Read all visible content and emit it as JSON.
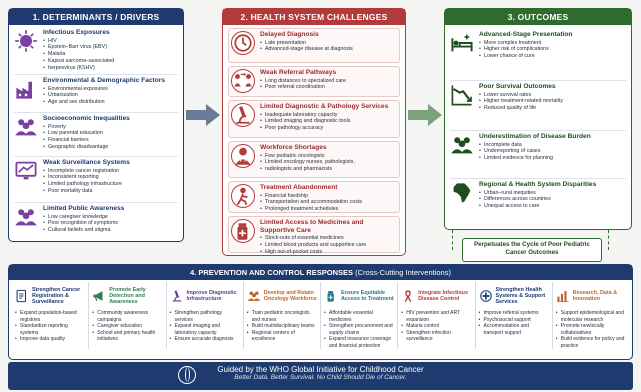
{
  "determinants": {
    "header": "1. DETERMINANTS / DRIVERS",
    "items": [
      {
        "icon": "virus-icon",
        "title": "Infectious Exposures",
        "bullets": [
          "HIV",
          "Epstein–Barr virus (EBV)",
          "Malaria",
          "Kaposi sarcoma–associated",
          "herpesvirus (KSHV)"
        ]
      },
      {
        "icon": "factory-icon",
        "title": "Environmental & Demographic Factors",
        "bullets": [
          "Environmental exposures",
          "Urbanization",
          "Age and sex distribution"
        ]
      },
      {
        "icon": "people-icon",
        "title": "Socioeconomic Inequalities",
        "bullets": [
          "Poverty",
          "Low parental education",
          "Financial barriers",
          "Geographic disadvantage"
        ]
      },
      {
        "icon": "monitor-chart-icon",
        "title": "Weak Surveillance Systems",
        "bullets": [
          "Incomplete cancer registration",
          "Inconsistent reporting",
          "Limited pathology infrastructure",
          "Poor mortality data"
        ]
      },
      {
        "icon": "awareness-people-icon",
        "title": "Limited Public Awareness",
        "bullets": [
          "Low caregiver knowledge",
          "Poor recognition of symptoms",
          "Cultural beliefs and stigma"
        ]
      }
    ]
  },
  "challenges": {
    "header": "2. HEALTH SYSTEM CHALLENGES",
    "items": [
      {
        "icon": "clock-icon",
        "title": "Delayed Diagnosis",
        "bullets": [
          "Late presentation",
          "Advanced-stage disease at diagnosis"
        ]
      },
      {
        "icon": "referral-icon",
        "title": "Weak Referral Pathways",
        "bullets": [
          "Long distances to specialized care",
          "Poor referral coordination"
        ]
      },
      {
        "icon": "microscope-icon",
        "title": "Limited Diagnostic & Pathology Services",
        "bullets": [
          "Inadequate laboratory capacity",
          "Limited imaging and diagnostic tools",
          "Poor pathology accuracy"
        ]
      },
      {
        "icon": "doctor-icon",
        "title": "Workforce Shortages",
        "bullets": [
          "Few pediatric oncologists",
          "Limited oncology nurses, pathologists,",
          "radiologists and pharmacists"
        ]
      },
      {
        "icon": "abandon-icon",
        "title": "Treatment Abandonment",
        "bullets": [
          "Financial hardship",
          "Transportation and accommodation costs",
          "Prolonged treatment schedules"
        ]
      },
      {
        "icon": "medicine-icon",
        "title": "Limited Access to Medicines and Supportive Care",
        "bullets": [
          "Stock-outs of essential medicines",
          "Limited blood products and supportive care",
          "High out-of-pocket costs"
        ]
      }
    ]
  },
  "outcomes": {
    "header": "3. OUTCOMES",
    "items": [
      {
        "icon": "hospital-bed-icon",
        "title": "Advanced-Stage Presentation",
        "bullets": [
          "More complex treatment",
          "Higher risk of complications",
          "Lower chance of cure"
        ]
      },
      {
        "icon": "declining-chart-icon",
        "title": "Poor Survival Outcomes",
        "bullets": [
          "Lower survival rates",
          "Higher treatment-related mortality",
          "Reduced quality of life"
        ]
      },
      {
        "icon": "group-icon",
        "title": "Underestimation of Disease Burden",
        "bullets": [
          "Incomplete data",
          "Underreporting of cases",
          "Limited evidence for planning"
        ]
      },
      {
        "icon": "africa-map-icon",
        "title": "Regional & Health System Disparities",
        "bullets": [
          "Urban–rural inequities",
          "Differences across countries",
          "Unequal access to care"
        ]
      }
    ],
    "cycle_text": "Perpetuates the Cycle of Poor Pediatric Cancer Outcomes"
  },
  "prevention": {
    "header_bold": "4. PREVENTION AND CONTROL RESPONSES",
    "header_rest": " (Cross-Cutting Interventions)",
    "columns": [
      {
        "icon": "registry-icon",
        "color": "#1e3a6e",
        "title": "Strengthen Cancer Registration & Surveillance",
        "bullets": [
          "Expand population-based registries",
          "Standardize reporting systems",
          "Improve data quality"
        ]
      },
      {
        "icon": "megaphone-icon",
        "color": "#2f7d4f",
        "title": "Promote Early Detection and Awareness",
        "bullets": [
          "Community awareness campaigns",
          "Caregiver education",
          "School and primary health initiatives"
        ]
      },
      {
        "icon": "lab-icon",
        "color": "#5b3a8e",
        "title": "Improve Diagnostic Infrastructure",
        "bullets": [
          "Strengthen pathology services",
          "Expand imaging and laboratory capacity",
          "Ensure accurate diagnosis"
        ]
      },
      {
        "icon": "workforce-icon",
        "color": "#c0622a",
        "title": "Develop and Retain Oncology Workforce",
        "bullets": [
          "Train pediatric oncologists and nurses",
          "Build multidisciplinary teams",
          "Regional centers of excellence"
        ]
      },
      {
        "icon": "access-icon",
        "color": "#1f7a8c",
        "title": "Ensure Equitable Access to Treatment",
        "bullets": [
          "Affordable essential medicines",
          "Strengthen procurement and supply chains",
          "Expand insurance coverage and financial protection"
        ]
      },
      {
        "icon": "ribbon-icon",
        "color": "#b33a3a",
        "title": "Integrate Infectious Disease Control",
        "bullets": [
          "HIV prevention and ART expansion",
          "Malaria control",
          "Strengthen infection surveillance"
        ]
      },
      {
        "icon": "health-system-icon",
        "color": "#1e3a6e",
        "title": "Strengthen Health Systems & Support Services",
        "bullets": [
          "Improve referral systems",
          "Psychosocial support",
          "Accommodation and transport support"
        ]
      },
      {
        "icon": "research-icon",
        "color": "#c0622a",
        "title": "Research, Data & Innovation",
        "bullets": [
          "Support epidemiological and molecular research",
          "Promote newIocally collaboratives",
          "Build evidence for policy and practice"
        ]
      }
    ]
  },
  "footer": {
    "line1": "Guided by the WHO Global Initiative for Childhood Cancer",
    "line2": "Better Data. Better Survival. No Child Should Die of Cancer."
  }
}
